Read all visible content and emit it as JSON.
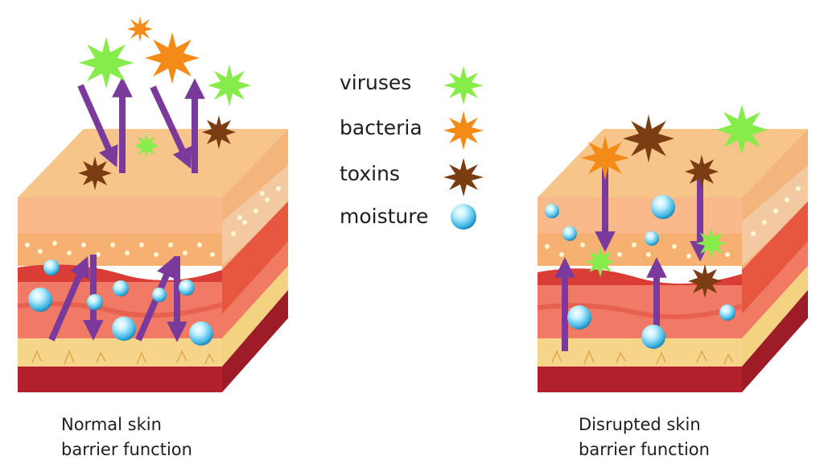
{
  "legend": {
    "items": [
      {
        "label": "viruses",
        "icon": "green-star-icon",
        "color": "#86ec4a"
      },
      {
        "label": "bacteria",
        "icon": "orange-star-icon",
        "color": "#f48a17"
      },
      {
        "label": "toxins",
        "icon": "brown-star-icon",
        "color": "#7a3d12"
      },
      {
        "label": "moisture",
        "icon": "water-droplet-icon",
        "color": "#5ac8ec"
      }
    ]
  },
  "panels": {
    "normal": {
      "caption_line1": "Normal skin",
      "caption_line2": "barrier function"
    },
    "disrupted": {
      "caption_line1": "Disrupted skin",
      "caption_line2": "barrier function"
    }
  },
  "colors": {
    "epidermis_top": "#f7c48a",
    "epidermis_front": "#f9b98a",
    "dermis": "#f07a66",
    "fat": "#f6d58a",
    "base": "#b1202c",
    "arrow": "#7a3a9c"
  }
}
